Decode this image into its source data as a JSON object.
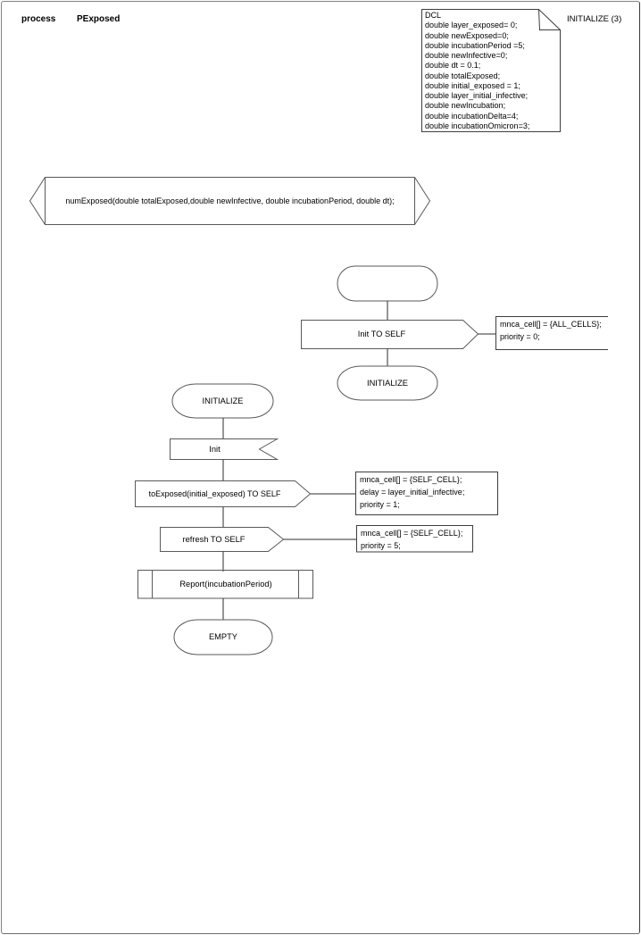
{
  "header": {
    "kind": "process",
    "name": "PExposed"
  },
  "diagram_title": "INITIALIZE (3)",
  "colors": {
    "shape_stroke": "#5a5a5a",
    "line_stroke": "#2e2e2e",
    "box_stroke": "#3d3d3d",
    "text": "#000000",
    "page_border": "#828282"
  },
  "declarations_symbol": {
    "text": "DCL\ndouble layer_exposed= 0;\ndouble newExposed=0;\ndouble incubationPeriod =5;\ndouble newInfective=0;\ndouble dt = 0.1;\ndouble totalExposed;\ndouble initial_exposed = 1;\ndouble layer_initial_infective;\ndouble newIncubation;\ndouble incubationDelta=4;\ndouble incubationOmicron=3;"
  },
  "procedure_declaration": {
    "label": "numExposed(double totalExposed,double newInfective, double incubationPeriod, double dt);"
  },
  "start_flow": {
    "send_init": "Init TO SELF",
    "send_init_comment": "mnca_cell[] = {ALL_CELLS};\npriority = 0;",
    "next_state": "INITIALIZE"
  },
  "initialize_flow": {
    "state": "INITIALIZE",
    "input": "Init",
    "send_toexposed": "toExposed(initial_exposed) TO SELF",
    "send_toexposed_comment": "mnca_cell[] = {SELF_CELL};\ndelay = layer_initial_infective;\npriority = 1;",
    "send_refresh": "refresh TO SELF",
    "send_refresh_comment": "mnca_cell[] = {SELF_CELL};\npriority = 5;",
    "procedure_call": "Report(incubationPeriod)",
    "end_state": "EMPTY"
  }
}
